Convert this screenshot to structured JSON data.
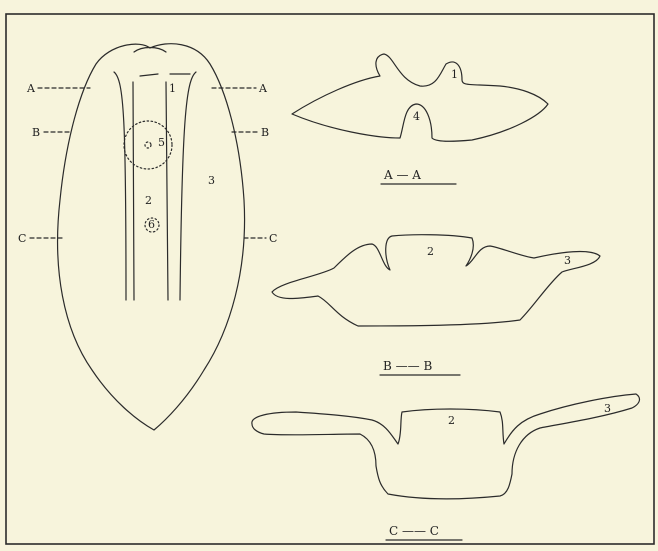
{
  "colors": {
    "paper": "#f7f4dc",
    "ink": "#2b2b2b"
  },
  "main_view": {
    "section_markers": {
      "a_left": "A",
      "a_right": "A",
      "b_left": "B",
      "b_right": "B",
      "c_left": "C",
      "c_right": "C"
    },
    "regions": {
      "r1": "1",
      "r2": "2",
      "r3": "3",
      "r5": "5",
      "r6": "6"
    }
  },
  "sections": {
    "aa": {
      "caption": "A — A",
      "labels": {
        "l1": "1",
        "l4": "4"
      }
    },
    "bb": {
      "caption": "B —— B",
      "labels": {
        "l2": "2",
        "l3": "3"
      }
    },
    "cc": {
      "caption": "C —— C",
      "labels": {
        "l2": "2",
        "l3": "3"
      }
    }
  }
}
